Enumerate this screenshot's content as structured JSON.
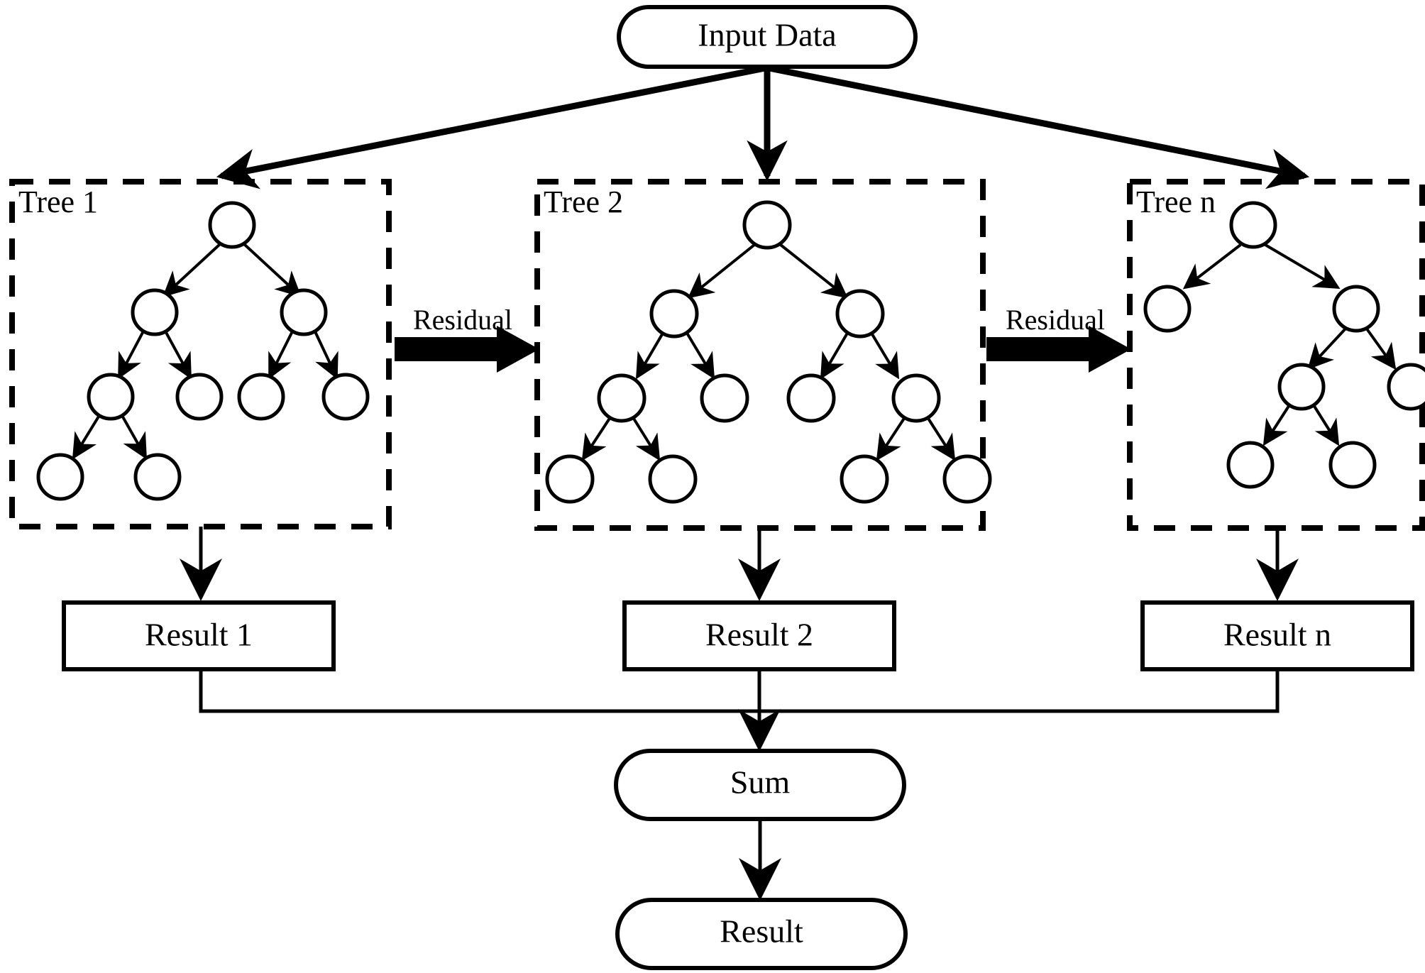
{
  "diagram": {
    "title_node": "Input Data",
    "sum_node": "Sum",
    "final_node": "Result",
    "groups": [
      {
        "label": "Tree 1",
        "result_label": "Result 1"
      },
      {
        "label": "Tree 2",
        "result_label": "Result 2"
      },
      {
        "label": "Tree n",
        "result_label": "Result n"
      }
    ],
    "residual_labels": [
      "Residual",
      "Residual"
    ],
    "colors": {
      "stroke": "#000000",
      "fill": "#ffffff",
      "background": "#ffffff"
    },
    "structure": {
      "tree_1_nodes": 9,
      "tree_2_nodes": 11,
      "tree_n_nodes": 7
    }
  }
}
